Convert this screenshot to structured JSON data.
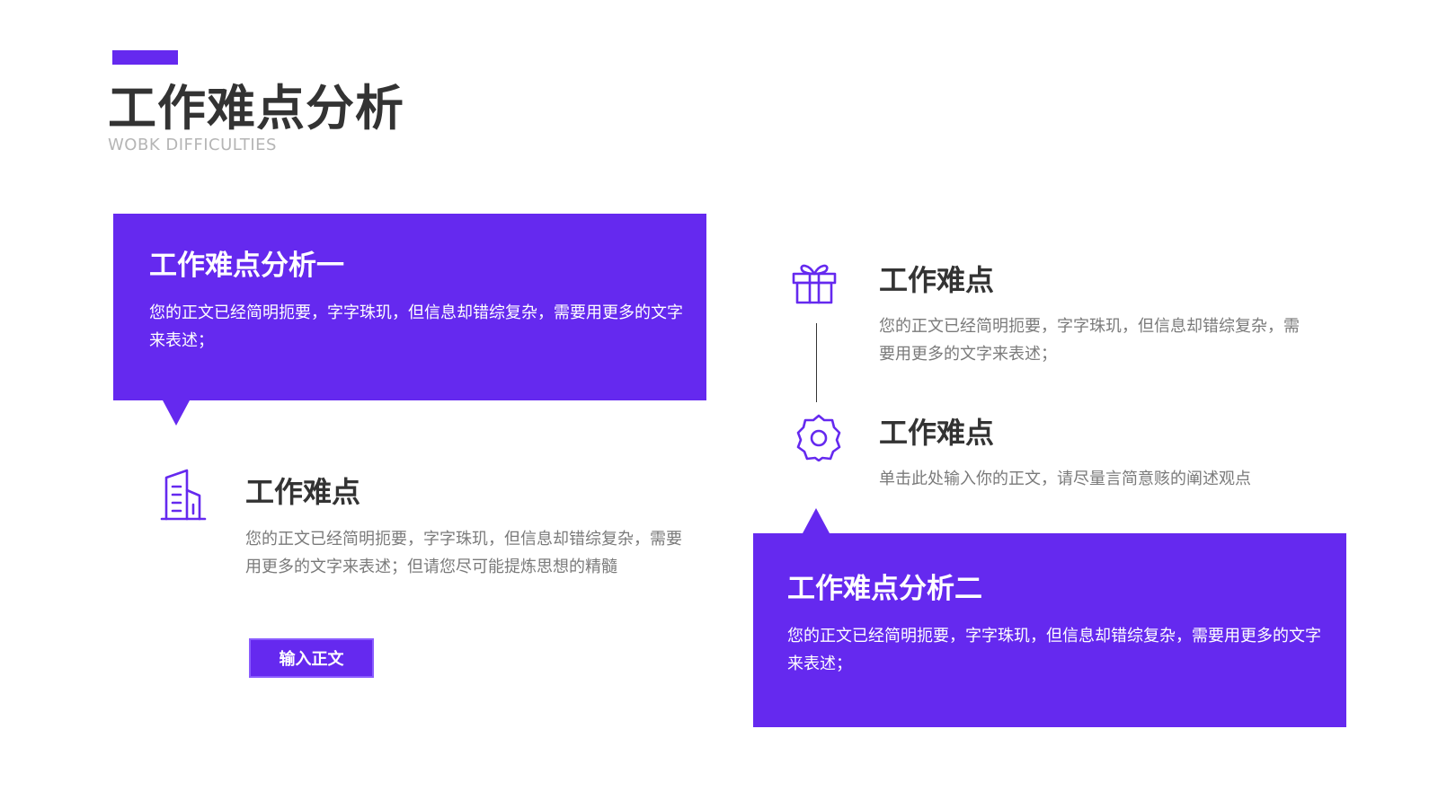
{
  "header": {
    "title": "工作难点分析",
    "subtitle": "WOBK DIFFICULTIES"
  },
  "panel_one": {
    "title": "工作难点分析一",
    "body": "您的正文已经简明扼要，字字珠玑，但信息却错综复杂，需要用更多的文字来表述；"
  },
  "panel_two": {
    "title": "工作难点分析二",
    "body": "您的正文已经简明扼要，字字珠玑，但信息却错综复杂，需要用更多的文字来表述；"
  },
  "item_building": {
    "icon": "building-icon",
    "title": "工作难点",
    "body": "您的正文已经简明扼要，字字珠玑，但信息却错综复杂，需要用更多的文字来表述；但请您尽可能提炼思想的精髓",
    "button_label": "输入正文"
  },
  "item_gift": {
    "icon": "gift-icon",
    "title": "工作难点",
    "body": "您的正文已经简明扼要，字字珠玑，但信息却错综复杂，需要用更多的文字来表述；"
  },
  "item_gear": {
    "icon": "gear-icon",
    "title": "工作难点",
    "body": "单击此处输入你的正文，请尽量言简意赅的阐述观点"
  },
  "colors": {
    "accent": "#6529ef",
    "heading": "#333333",
    "body_text": "#7a7a7a",
    "subtitle": "#b5b5b5"
  }
}
